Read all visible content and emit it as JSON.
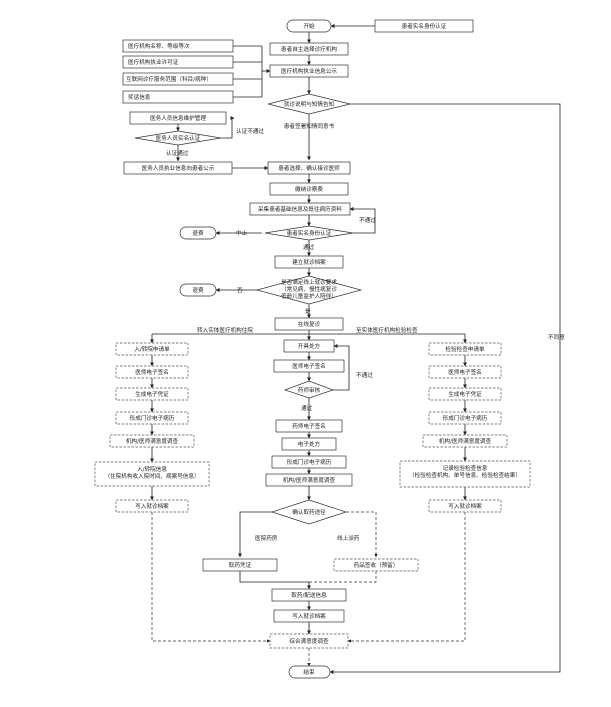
{
  "nodes": {
    "start": "开始",
    "identity_auth": "患者实名身份认证",
    "choose_institution": "患者自主选择诊疗机构",
    "institution_publicity": "医疗机构执业信息公示",
    "inst_name_level": "医疗机构名称、等级等次",
    "inst_license": "医疗机构执业许可证",
    "internet_scope": "互联网诊疗服务范围（科目/病种）",
    "awards": "奖惩信息",
    "consult_notice": "就诊说明与知情告知",
    "sign_consent": "患者签署知情同意书",
    "staff_info_mgmt": "医务人员信息维护管理",
    "staff_auth": "医务人员实名认证",
    "staff_auth_fail": "认证不通过",
    "staff_auth_pass": "认证通过",
    "staff_publicity": "医务人员执业信息向患者公示",
    "choose_doctor": "患者选择、确认接诊医师",
    "pay_fee": "缴纳诊察费",
    "collect_records": "采集患者基础信息及既往病历资料",
    "not_pass_1": "不通过",
    "realname_check": "患者实名身份认证",
    "stop": "中止",
    "refund_1": "退费",
    "pass_1": "通过",
    "create_record": "建立就诊档案",
    "eligibility": "是否满足线上就诊要求（常见病、慢性病复诊低龄儿童监护人陪伴）",
    "no_label": "否",
    "refund_2": "退费",
    "yes_label": "是",
    "online_revisit": "在线复诊",
    "to_inpatient": "转入实体医疗机构住院",
    "to_exam": "至实体医疗机构检验检查",
    "admission_form": "入/转院申请单",
    "doctor_sign_l": "医师电子签名",
    "voucher_l": "生成电子凭证",
    "outpatient_record_l": "形成门诊电子病历",
    "satisfaction_l": "机构/医师满意度调查",
    "admission_info": "入/转院信息（住院机构收入院时间、病案号信息）",
    "archive_l": "写入就诊档案",
    "prescribe": "开具处方",
    "doctor_sign_m": "医师电子签名",
    "pharm_review": "药师审核",
    "not_pass_2": "不通过",
    "pass_2": "通过",
    "pharm_sign": "药师电子签名",
    "e_prescription": "电子处方",
    "outpatient_record_m": "形成门诊电子病历",
    "satisfaction_m": "机构/医师满意度调查",
    "confirm_pickup": "确认取药途径",
    "hospital_pharmacy": "医院药房",
    "online_pharmacy": "线上派药",
    "pickup_voucher": "取药凭证",
    "drug_receipt": "药品签收（预留）",
    "pickup_delivery": "取药/配送信息",
    "archive_m": "写入就诊档案",
    "exam_form": "检验检查申请单",
    "doctor_sign_r": "医师电子签名",
    "voucher_r": "生成电子凭证",
    "outpatient_record_r": "形成门诊电子病历",
    "satisfaction_r": "机构/医师满意度调查",
    "exam_record": "记录检验检查信息（检验检查机构、单号信息、检验检查结果）",
    "archive_r": "写入就诊档案",
    "overall_survey": "综合满意度调查",
    "disagree": "不同意",
    "end": "结束"
  }
}
